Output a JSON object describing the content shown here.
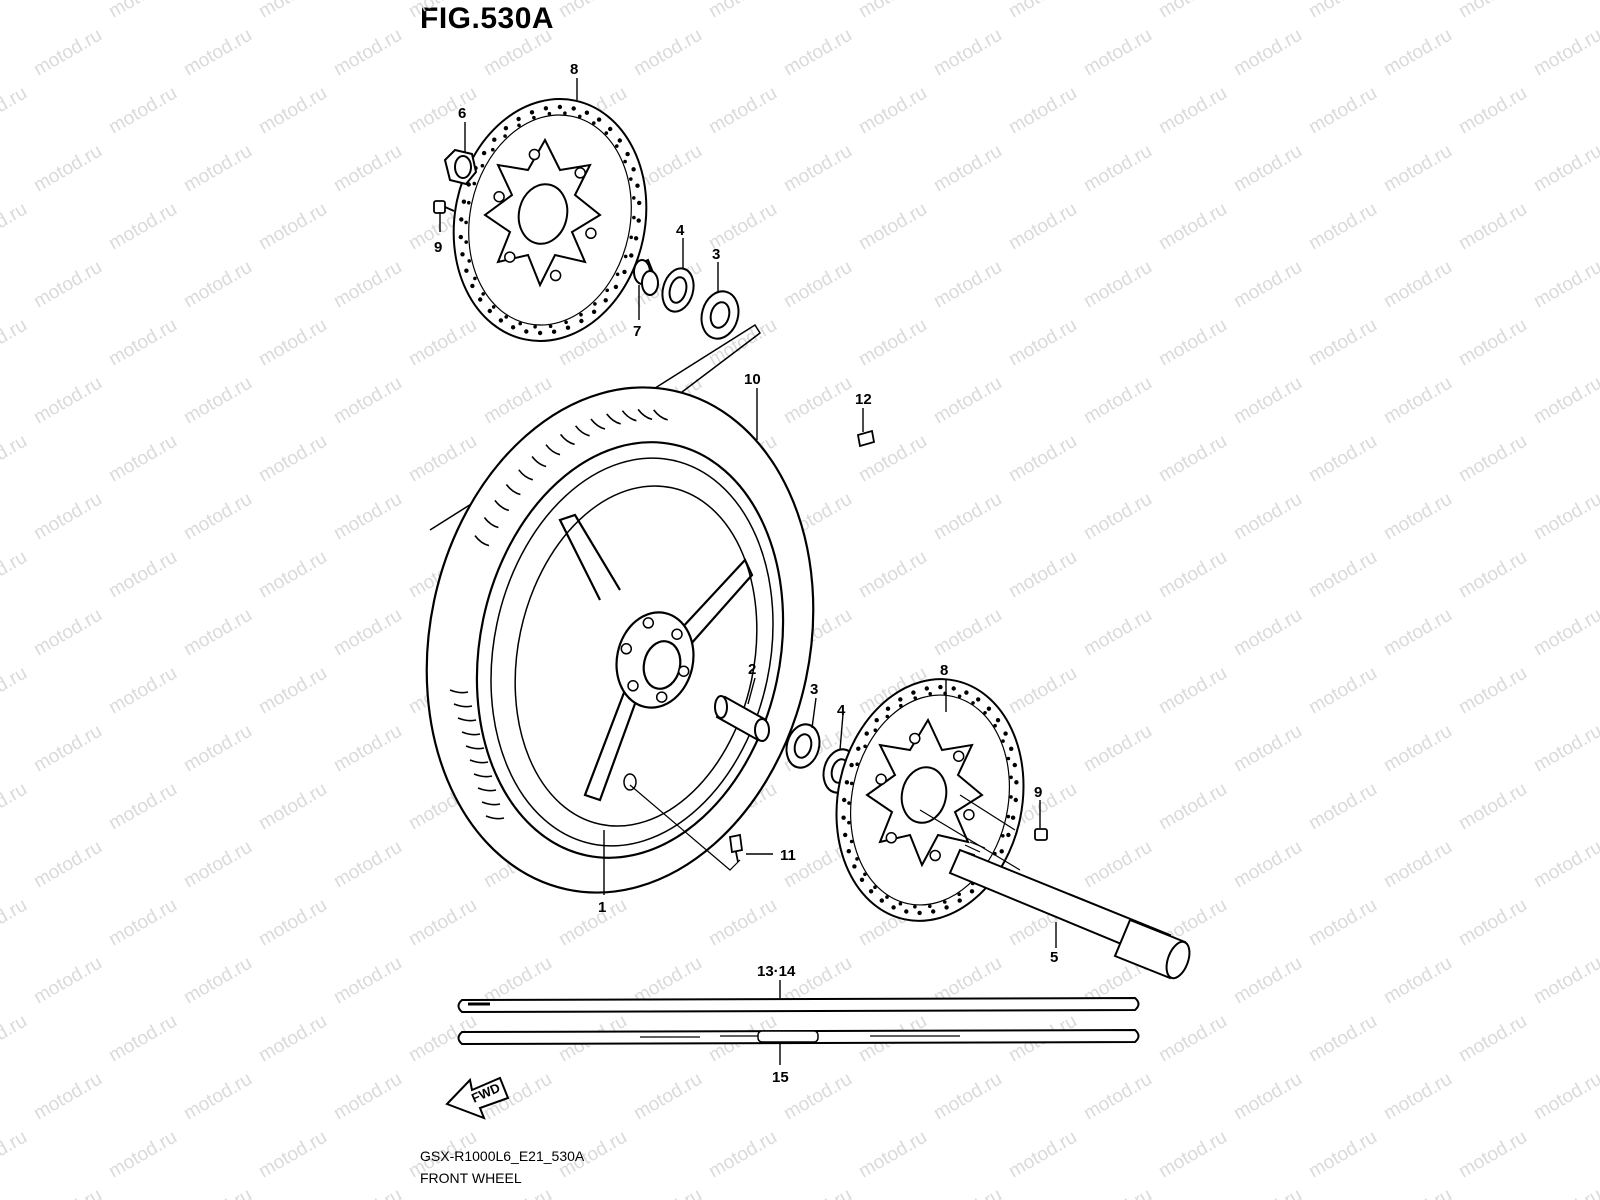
{
  "figure_title": "FIG.530A",
  "footer": {
    "model_code": "GSX-R1000L6_E21_530A",
    "section_name": "FRONT WHEEL"
  },
  "fwd_label": "FWD",
  "watermark": "motod.ru",
  "callouts": {
    "c1": "1",
    "c2": "2",
    "c3_top": "3",
    "c3_bottom": "3",
    "c4_top": "4",
    "c4_bottom": "4",
    "c5": "5",
    "c6": "6",
    "c7": "7",
    "c8_top": "8",
    "c8_bottom": "8",
    "c9_left": "9",
    "c9_right": "9",
    "c10": "10",
    "c11": "11",
    "c12": "12",
    "c13_14": "13·14",
    "c15": "15"
  }
}
